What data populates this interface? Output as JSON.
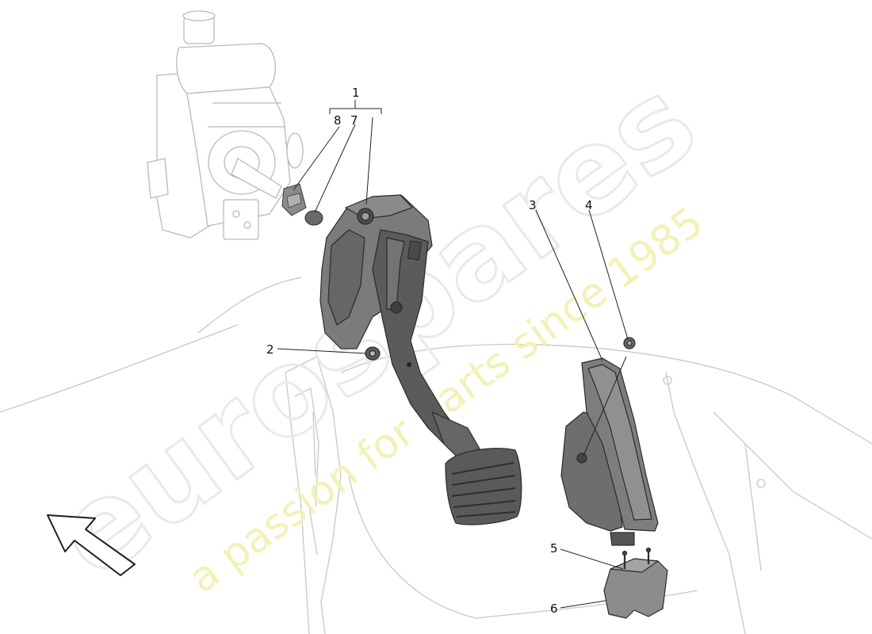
{
  "watermark": {
    "brand": "eurospares",
    "tagline": "a passion for parts since 1985",
    "tagline_color": "#f2f2b8"
  },
  "callouts": [
    {
      "id": "1",
      "label": "1"
    },
    {
      "id": "2",
      "label": "2"
    },
    {
      "id": "3",
      "label": "3"
    },
    {
      "id": "4",
      "label": "4"
    },
    {
      "id": "5",
      "label": "5"
    },
    {
      "id": "6",
      "label": "6"
    },
    {
      "id": "7",
      "label": "7"
    },
    {
      "id": "8",
      "label": "8"
    }
  ],
  "icons": {
    "orientation_arrow": "direction-arrow-icon"
  },
  "colors": {
    "ghost_lines": "#bdbdbd",
    "part_dark": "#5f5f5f",
    "part_mid": "#7a7a7a",
    "part_light": "#9a9a9a",
    "leader": "#222222"
  }
}
